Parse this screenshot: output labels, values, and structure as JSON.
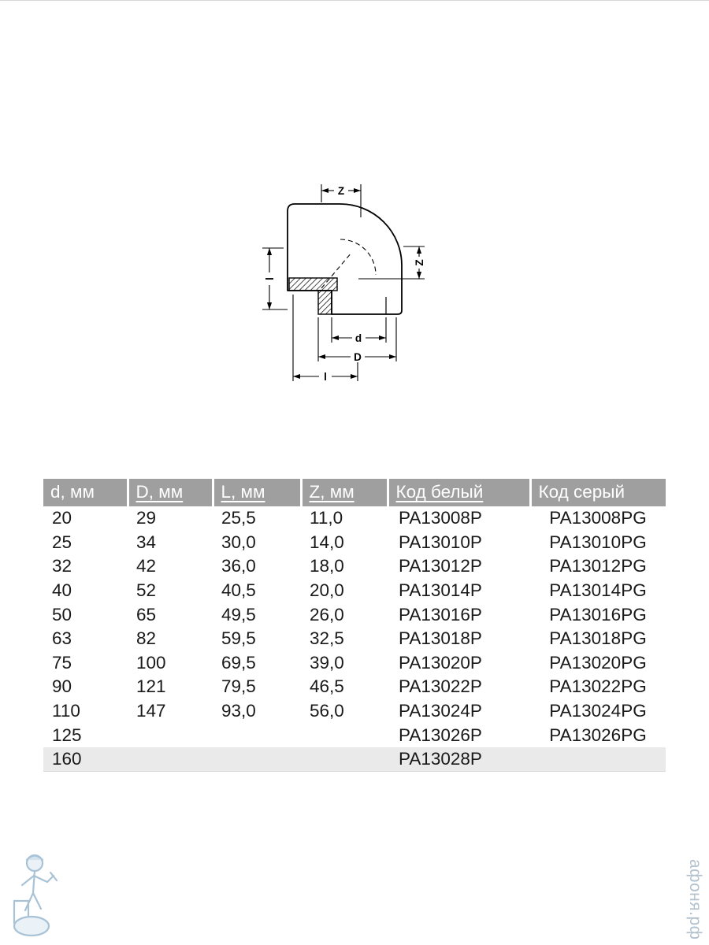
{
  "page": {
    "background": "#ffffff"
  },
  "drawing": {
    "labels": {
      "z_top": "Z",
      "z_right": "Z",
      "l_left": "l",
      "d_inner": "d",
      "d_outer": "D",
      "l_bottom": "l"
    }
  },
  "table": {
    "header": [
      "d, мм",
      "D, мм",
      "L, мм",
      "Z, мм",
      "Код белый",
      "Код серый"
    ],
    "rows": [
      [
        "20",
        "29",
        "25,5",
        "11,0",
        "PA13008P",
        "PA13008PG"
      ],
      [
        "25",
        "34",
        "30,0",
        "14,0",
        "PA13010P",
        "PA13010PG"
      ],
      [
        "32",
        "42",
        "36,0",
        "18,0",
        "PA13012P",
        "PA13012PG"
      ],
      [
        "40",
        "52",
        "40,5",
        "20,0",
        "PA13014P",
        "PA13014PG"
      ],
      [
        "50",
        "65",
        "49,5",
        "26,0",
        "PA13016P",
        "PA13016PG"
      ],
      [
        "63",
        "82",
        "59,5",
        "32,5",
        "PA13018P",
        "PA13018PG"
      ],
      [
        "75",
        "100",
        "69,5",
        "39,0",
        "PA13020P",
        "PA13020PG"
      ],
      [
        "90",
        "121",
        "79,5",
        "46,5",
        "PA13022P",
        "PA13022PG"
      ],
      [
        "110",
        "147",
        "93,0",
        "56,0",
        "PA13024P",
        "PA13024PG"
      ],
      [
        "125",
        "",
        "",
        "",
        "PA13026P",
        "PA13026PG"
      ],
      [
        "160",
        "",
        "",
        "",
        "PA13028P",
        ""
      ]
    ],
    "colors": {
      "header_bg": "#9f9f9f",
      "header_text": "#ffffff",
      "last_row_bg": "#eaeaea",
      "body_text": "#191919"
    }
  },
  "watermark": {
    "site": "афоня.рф",
    "color": "#b4c2cd"
  }
}
